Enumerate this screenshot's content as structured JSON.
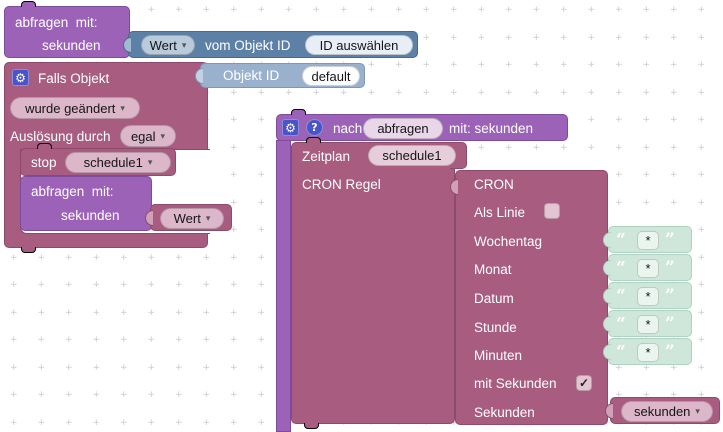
{
  "icons": {
    "gear": "⚙",
    "help": "?",
    "dropdown_arrow": "▾",
    "check": "✓",
    "quote_open": "“",
    "quote_close": "”"
  },
  "colors": {
    "purple_block": "#9b62b7",
    "pink_block": "#a75c80",
    "steel_blue_block": "#5d80a7",
    "light_blue_block": "#9ab1cd",
    "green_block": "#cfe7da",
    "icon_badge": "#4a54c8"
  },
  "blocks": {
    "query_top": {
      "line1": "abfragen  mit:",
      "line2": "sekunden"
    },
    "get_value": {
      "dropdown": "Wert",
      "label": "vom Objekt ID",
      "object_field": "ID auswählen"
    },
    "falls_objekt": {
      "title": "Falls Objekt",
      "condition_dropdown": "wurde geändert",
      "trigger_label": "Auslösung durch",
      "trigger_dropdown": "egal"
    },
    "objekt_id": {
      "label": "Objekt ID",
      "value": "default"
    },
    "stop_schedule": {
      "label": "stop",
      "dropdown": "schedule1"
    },
    "query_inner": {
      "line1": "abfragen  mit:",
      "line2": "sekunden"
    },
    "wert_value": {
      "dropdown": "Wert"
    },
    "schedule_header": {
      "label_nach": "nach",
      "name_field": "abfragen",
      "label_mit": "mit: sekunden"
    },
    "zeitplan": {
      "label": "Zeitplan",
      "name_field": "schedule1",
      "cron_label": "CRON Regel"
    },
    "cron": {
      "title": "CRON",
      "line_label": "Als Linie",
      "rows": [
        "Wochentag",
        "Monat",
        "Datum",
        "Stunde",
        "Minuten"
      ],
      "row_value": "*",
      "seconds_toggle_label": "mit Sekunden",
      "seconds_label": "Sekunden"
    },
    "sekunden_value": {
      "dropdown": "sekunden"
    }
  }
}
